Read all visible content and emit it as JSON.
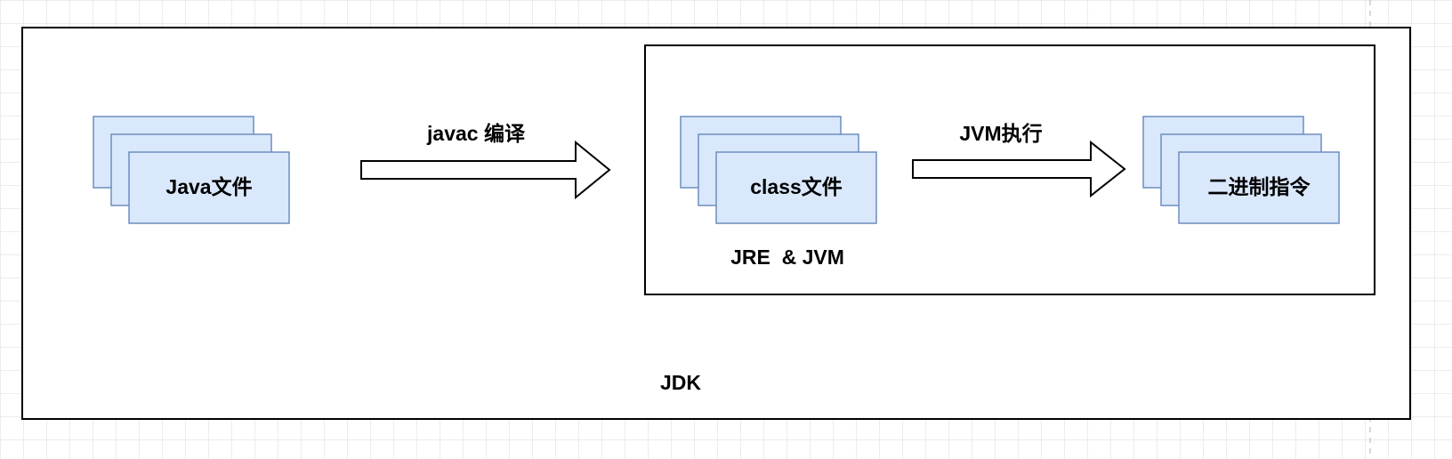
{
  "diagram": {
    "jdk_label": "JDK",
    "jre_label": "JRE  & JVM",
    "java_file": "Java文件",
    "class_file": "class文件",
    "binary": "二进制指令",
    "compile_arrow_label": "javac 编译",
    "execute_arrow_label": "JVM执行"
  },
  "colors": {
    "card_fill": "#dae8fc",
    "card_stroke": "#6c8ebf",
    "border": "#000000",
    "grid": "#ececec",
    "guide_line": "#b0b0b0"
  }
}
